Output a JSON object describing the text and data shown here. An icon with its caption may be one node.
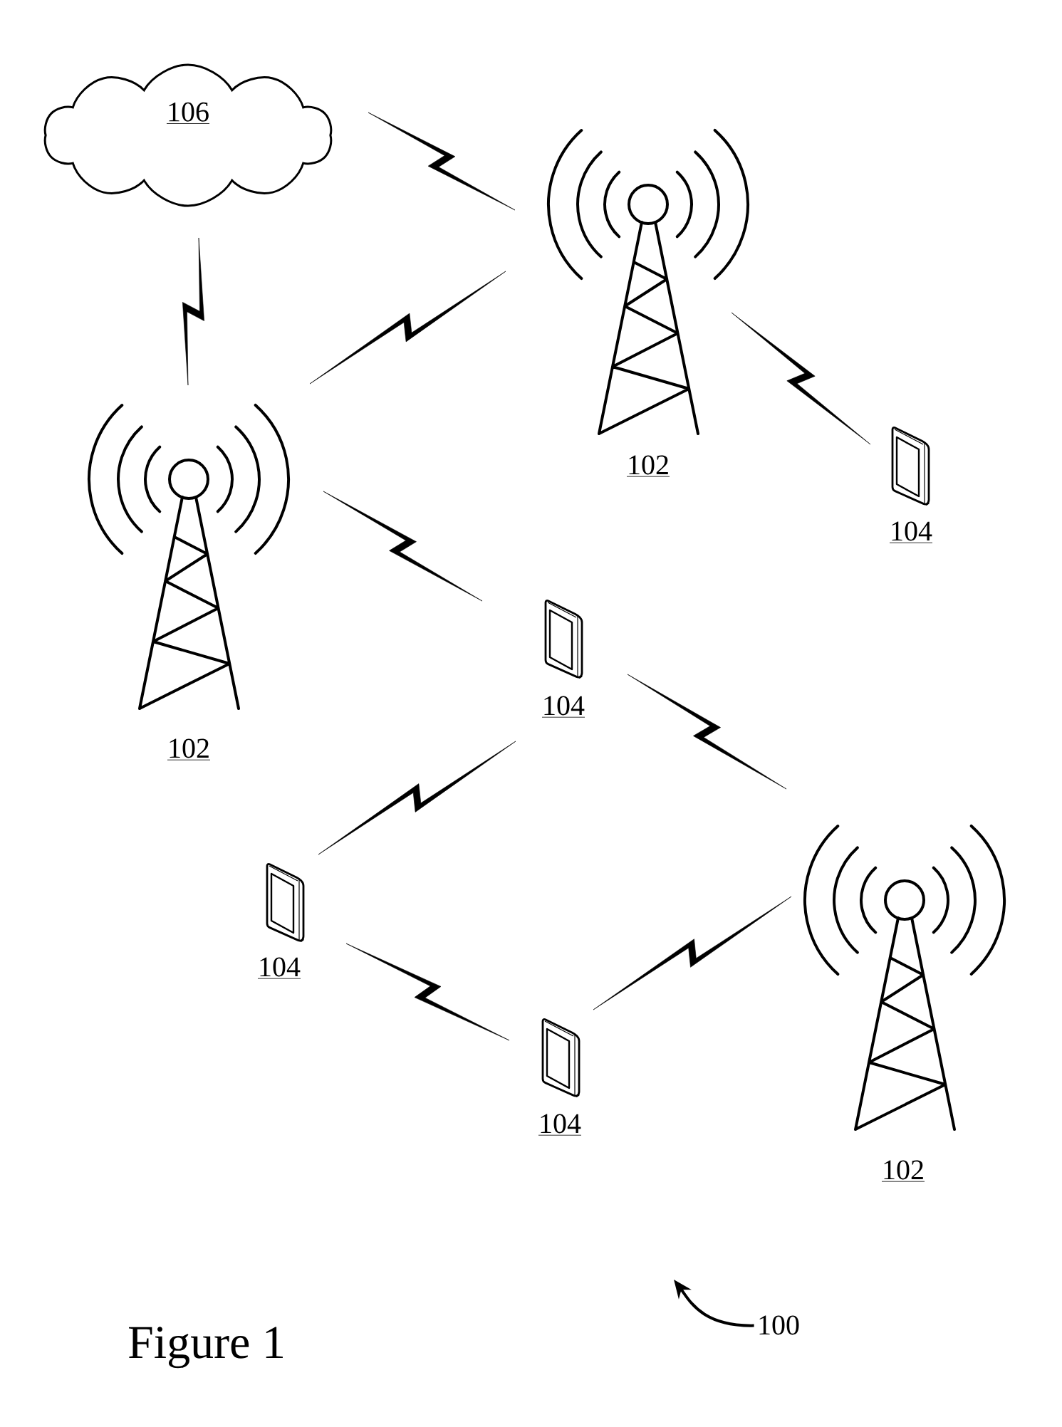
{
  "diagram": {
    "caption": "Figure 1",
    "nodes": [
      {
        "text": [
          "106"
        ]
      },
      {
        "text": [
          "102"
        ]
      },
      {
        "text": [
          "102"
        ]
      },
      {
        "text": [
          "104"
        ]
      },
      {
        "text": [
          "104"
        ]
      },
      {
        "text": [
          "102"
        ]
      },
      {
        "text": [
          "104"
        ]
      },
      {
        "text": [
          "104"
        ]
      },
      {
        "text": [
          "100"
        ]
      }
    ],
    "edges": [
      {
        "from": 0,
        "to": 1,
        "arrow": "none"
      },
      {
        "from": 0,
        "to": 2,
        "arrow": "none"
      },
      {
        "from": 2,
        "to": 1,
        "arrow": "none"
      },
      {
        "from": 1,
        "to": 3,
        "arrow": "none"
      },
      {
        "from": 2,
        "to": 4,
        "arrow": "none"
      },
      {
        "from": 4,
        "to": 5,
        "arrow": "none"
      },
      {
        "from": 4,
        "to": 6,
        "arrow": "none"
      },
      {
        "from": 6,
        "to": 7,
        "arrow": "none"
      },
      {
        "from": 7,
        "to": 5,
        "arrow": "none"
      },
      {
        "from": 8,
        "to": null,
        "arrow": "to"
      }
    ]
  }
}
